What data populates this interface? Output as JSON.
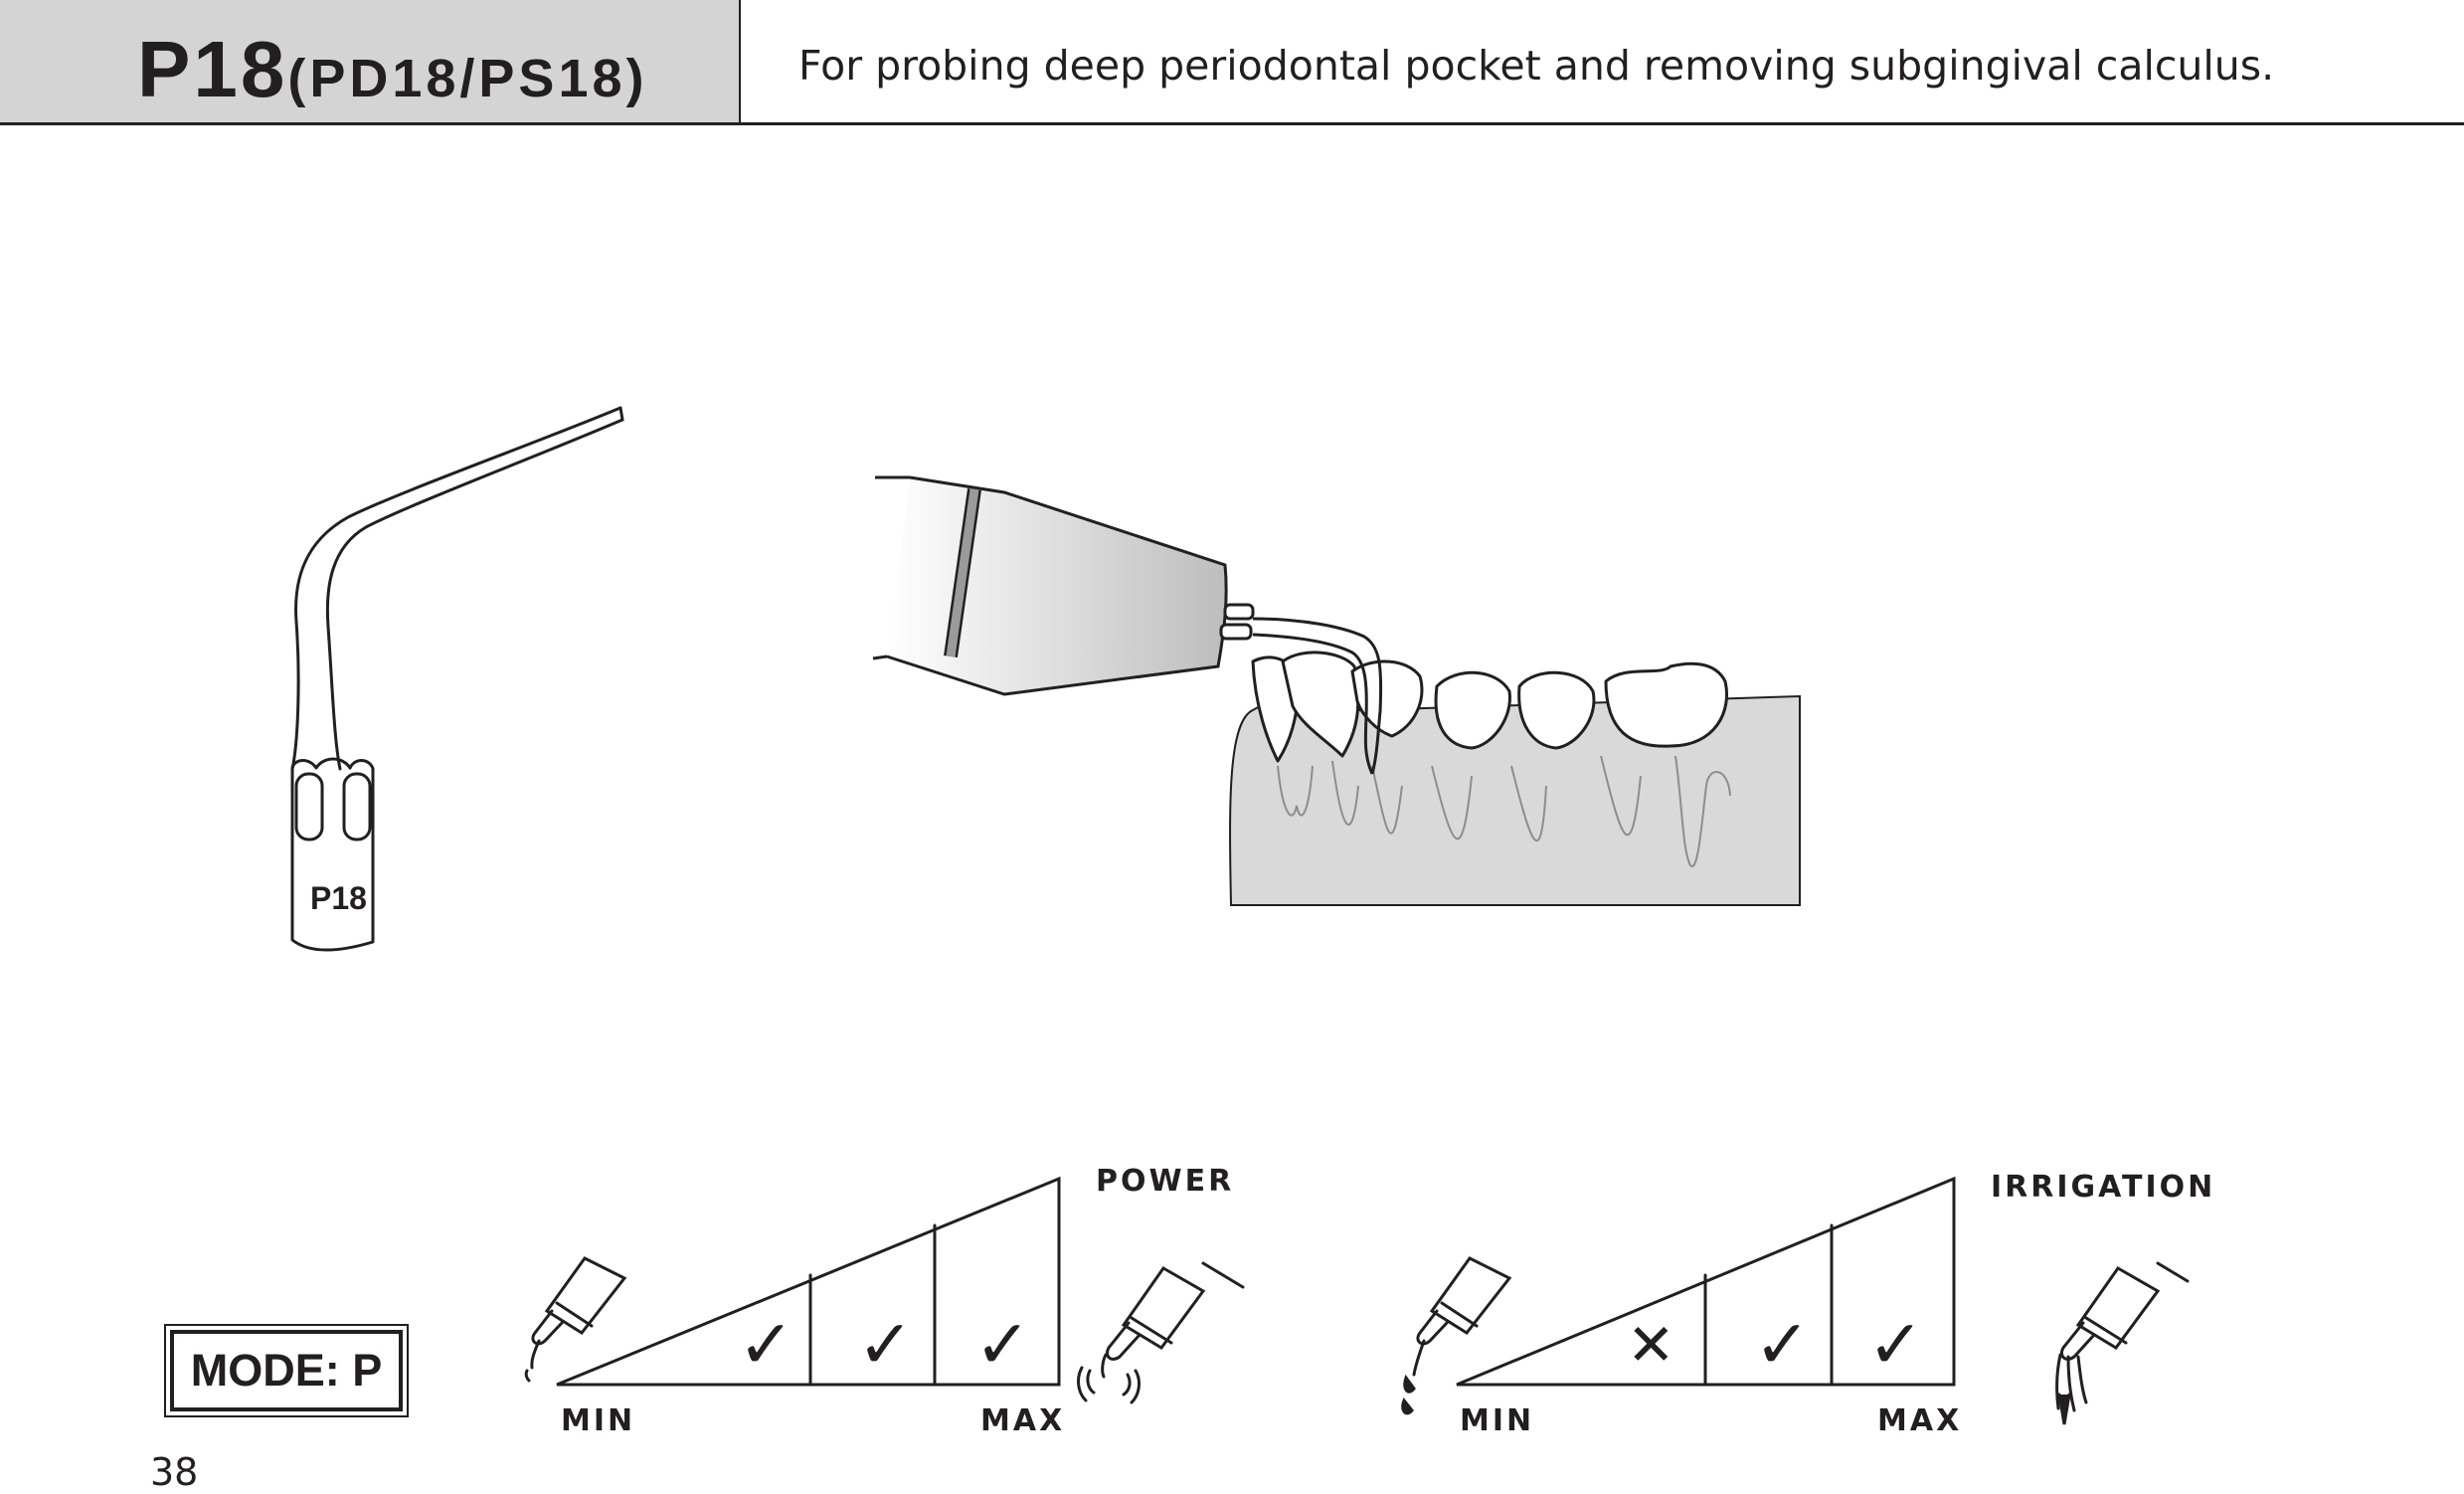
{
  "header": {
    "model": "P18",
    "variants": "(PD18/PS18)",
    "description": "For probing deep periodontal pocket and removing subgingival calculus."
  },
  "tip": {
    "label": "P18"
  },
  "mode": {
    "label": "MODE: P"
  },
  "power_scale": {
    "title": "POWER",
    "min_label": "MIN",
    "max_label": "MAX",
    "levels": [
      "✓",
      "✓",
      "✓"
    ]
  },
  "irrigation_scale": {
    "title": "IRRIGATION",
    "min_label": "MIN",
    "max_label": "MAX",
    "levels": [
      "✕",
      "✓",
      "✓"
    ]
  },
  "page": {
    "number": "38"
  },
  "colors": {
    "ink": "#231f20",
    "header_fill": "#d4d4d4",
    "gum_fill": "#d9d9d9"
  }
}
